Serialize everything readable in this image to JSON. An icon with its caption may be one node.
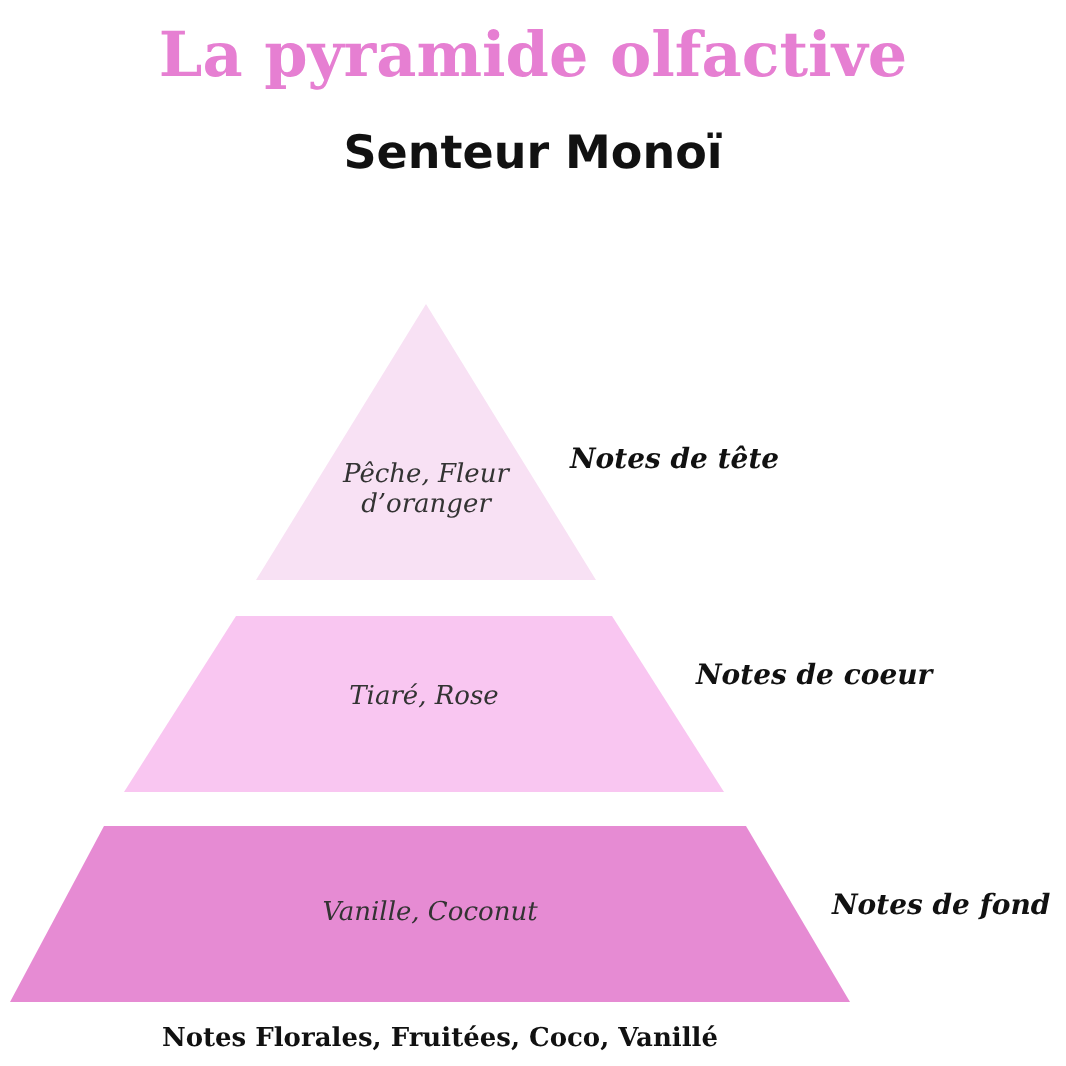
{
  "diagram": {
    "title": "La pyramide olfactive",
    "caption": "Notes Florales, Fruitées, Coco, Vanillé",
    "nodes": [
      {
        "text": [
          "Pêche, Fleur d’oranger"
        ],
        "beside": [
          "Notes de tête"
        ]
      },
      {
        "text": [
          "Tiaré, Rose"
        ],
        "beside": [
          "Notes de coeur"
        ]
      },
      {
        "text": [
          "Vanille, Coconut"
        ],
        "beside": [
          "Notes de fond"
        ]
      }
    ],
    "labels": [
      "Senteur Monoï"
    ]
  }
}
